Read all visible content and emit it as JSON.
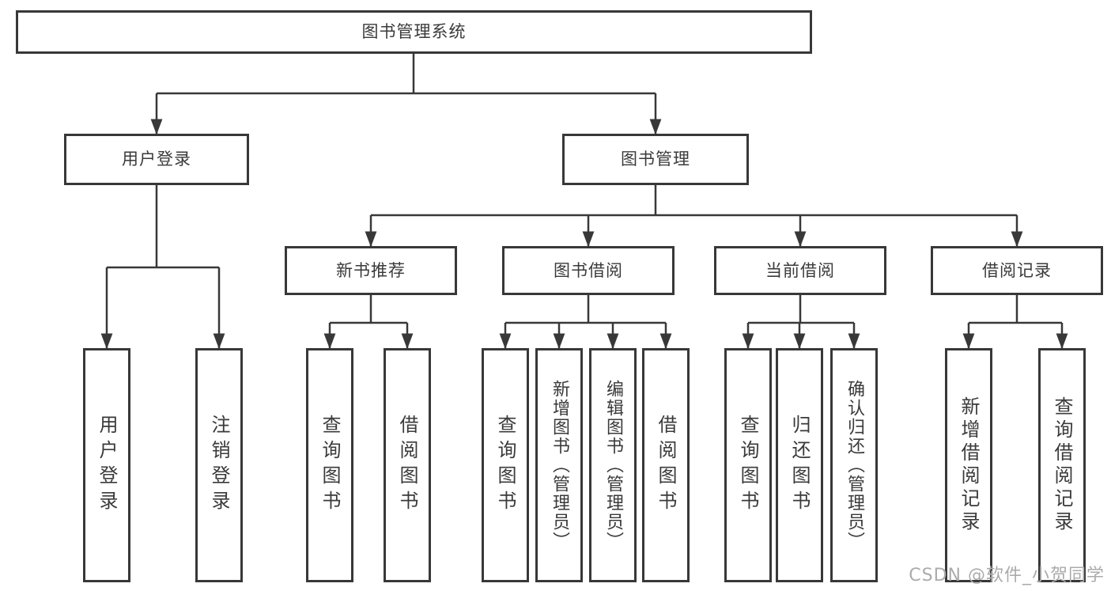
{
  "diagram": {
    "root_label": "图书管理系统",
    "level2": [
      {
        "label": "用户登录"
      },
      {
        "label": "图书管理"
      }
    ],
    "level3": [
      {
        "label": "新书推荐"
      },
      {
        "label": "图书借阅"
      },
      {
        "label": "当前借阅"
      },
      {
        "label": "借阅记录"
      }
    ],
    "leaf_groups": [
      {
        "parent": "用户登录",
        "items": [
          "用户登录",
          "注销登录"
        ]
      },
      {
        "parent": "新书推荐",
        "items": [
          "查询图书",
          "借阅图书"
        ]
      },
      {
        "parent": "图书借阅",
        "items": [
          "查询图书",
          "新增图书（管理员）",
          "编辑图书（管理员）",
          "借阅图书"
        ]
      },
      {
        "parent": "当前借阅",
        "items": [
          "查询图书",
          "归还图书",
          "确认归还（管理员）"
        ]
      },
      {
        "parent": "借阅记录",
        "items": [
          "新增借阅记录",
          "查询借阅记录"
        ]
      }
    ]
  },
  "watermark": {
    "text": "CSDN @软件_小贺同学"
  },
  "colors": {
    "line": "#383838",
    "box_border": "#383838",
    "text": "#3a3a3a",
    "background": "#ffffff",
    "watermark": "#ababab"
  }
}
